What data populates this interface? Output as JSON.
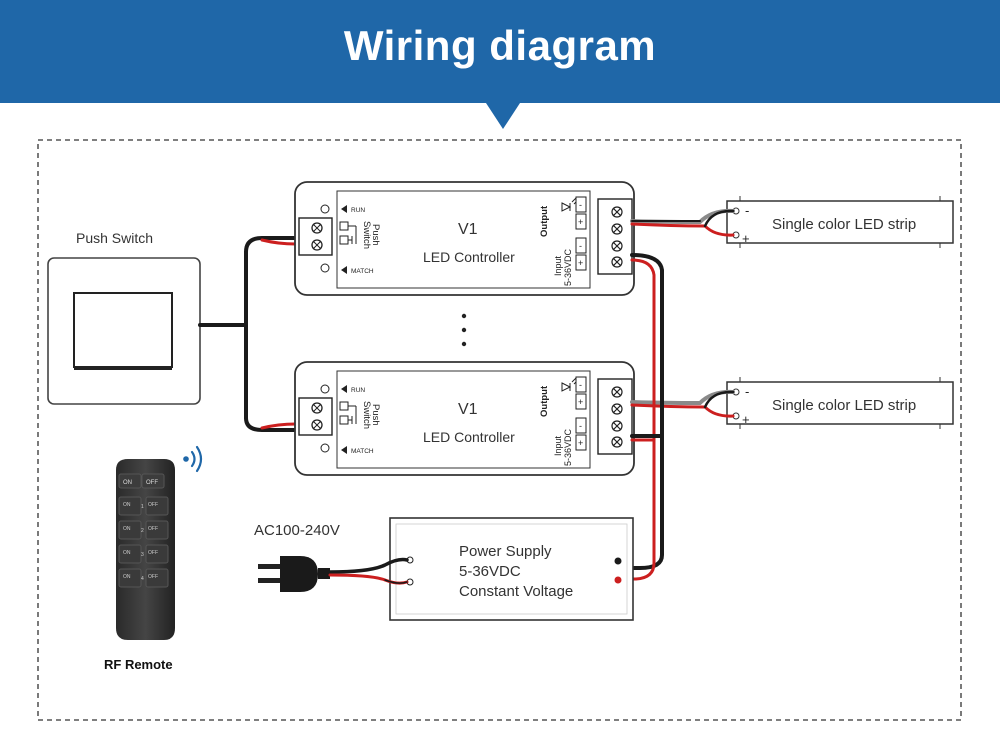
{
  "header": {
    "title": "Wiring diagram"
  },
  "push_switch": {
    "label": "Push Switch"
  },
  "controller": {
    "name": "V1",
    "subtitle": "LED Controller",
    "run_label": "RUN",
    "match_label": "MATCH",
    "push_label": "Push",
    "switch_label": "Switch",
    "output_label": "Output",
    "input_label": "Input",
    "input_voltage": "5-36VDC",
    "minus": "-",
    "plus": "+"
  },
  "led_strip": {
    "label": "Single color LED strip",
    "minus": "-",
    "plus": "+"
  },
  "power_supply": {
    "line1": "Power Supply",
    "line2": "5-36VDC",
    "line3": "Constant Voltage"
  },
  "mains": {
    "label": "AC100-240V"
  },
  "remote": {
    "label": "RF Remote",
    "buttons": [
      [
        "ON",
        "OFF"
      ],
      [
        "ON",
        "OFF"
      ],
      [
        "ON",
        "OFF"
      ],
      [
        "ON",
        "OFF"
      ]
    ],
    "zones": [
      "1",
      "2",
      "3",
      "4"
    ]
  },
  "colors": {
    "banner": "#1f67a8",
    "wire_red": "#cc1f1f",
    "wire_black": "#1a1a1a",
    "wire_gray": "#8a8a8a"
  }
}
